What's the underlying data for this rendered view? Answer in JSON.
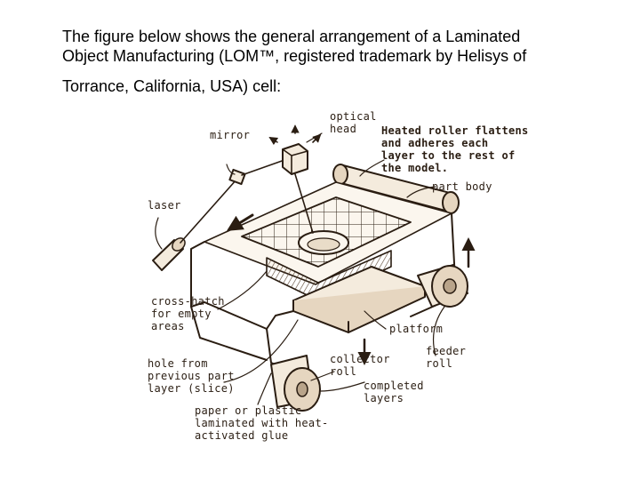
{
  "intro": {
    "line1": "The figure below shows the general arrangement of a Laminated",
    "line2": "Object Manufacturing (LOM™, registered trademark by Helisys of",
    "line3": "Torrance, California, USA) cell:"
  },
  "labels": {
    "optical_head": "optical\nhead",
    "mirror": "mirror",
    "heated_roller": "Heated roller flattens\nand adheres each\nlayer to the rest of\nthe model.",
    "part_body": "part body",
    "laser": "laser",
    "cross_hatch": "cross-hatch\nfor empty\nareas",
    "platform": "platform",
    "feeder_roll": "feeder\nroll",
    "collector_roll": "collector\nroll",
    "hole": "hole from\nprevious part\nlayer (slice)",
    "completed_layers": "completed\nlayers",
    "paper": "paper or plastic\nlaminated with heat-\nactivated glue"
  },
  "colors": {
    "ink": "#2a1d12",
    "paper_tint": "#f4ebdd",
    "shade": "#b9a48a"
  }
}
